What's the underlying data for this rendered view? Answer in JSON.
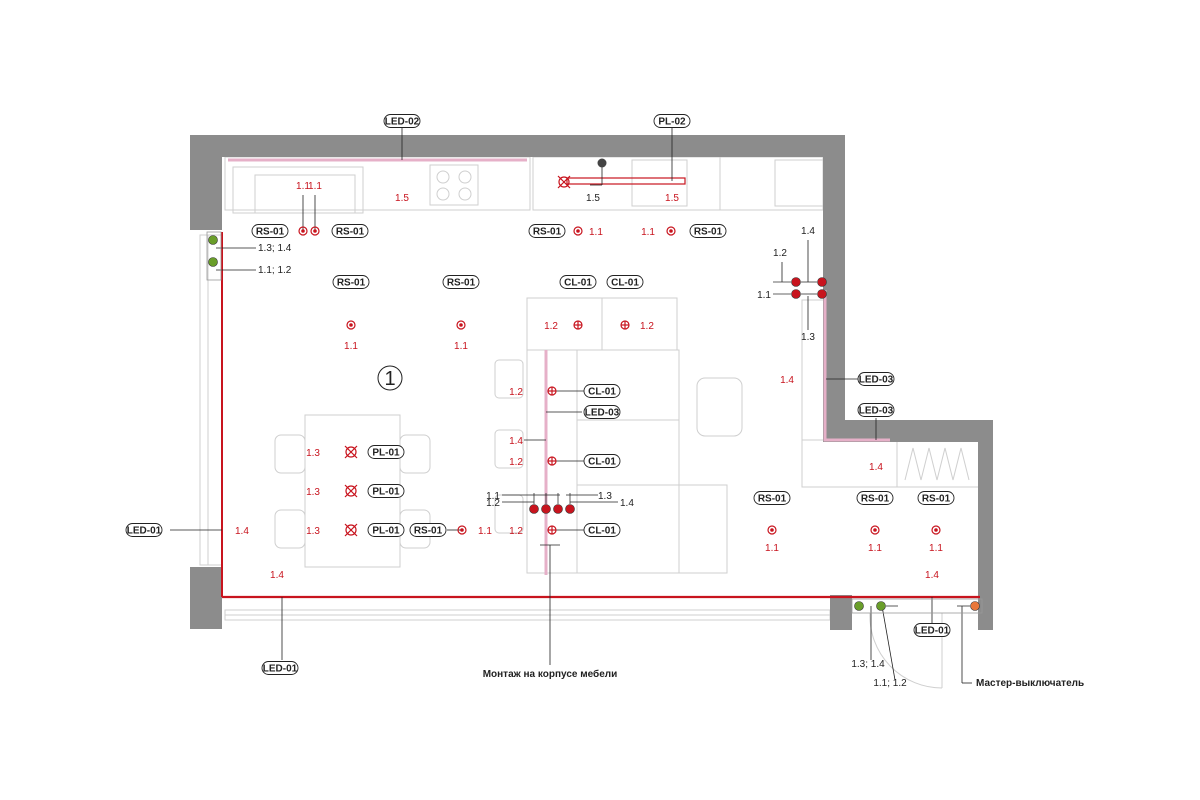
{
  "colors": {
    "wall": "#8c8c8c",
    "circuit": "#c8141e",
    "led_track": "#e6b0c8",
    "furniture": "#cfcfcf",
    "switch_green": "#6a9e2a",
    "switch_red": "#c8141e",
    "switch_orange": "#e8773a",
    "text": "#222222"
  },
  "room_number": "1",
  "tags": {
    "led02": "LED-02",
    "pl02": "PL-02",
    "rs01": "RS-01",
    "cl01": "CL-01",
    "pl01": "PL-01",
    "led03": "LED-03",
    "led01": "LED-01"
  },
  "numbers": {
    "n11": "1.1",
    "n12": "1.2",
    "n13": "1.3",
    "n14": "1.4",
    "n15": "1.5",
    "n13_14": "1.3; 1.4",
    "n11_12": "1.1; 1.2"
  },
  "notes": {
    "furniture_mount": "Монтаж на корпусе мебели",
    "master_switch": "Мастер-выключатель"
  }
}
